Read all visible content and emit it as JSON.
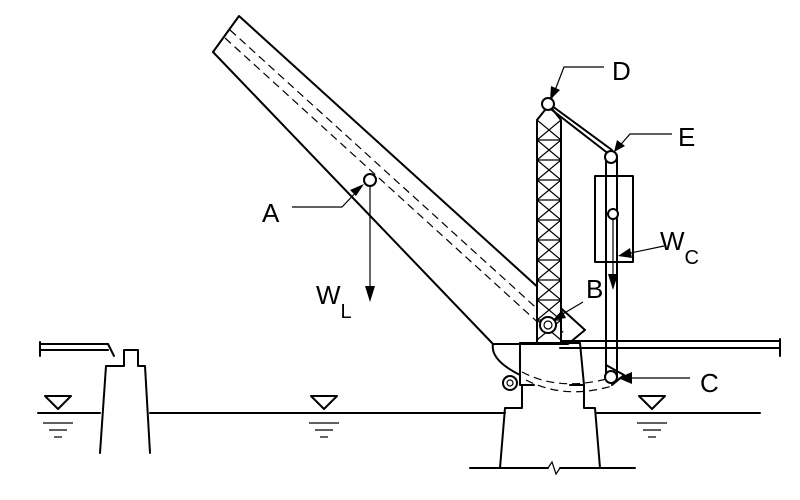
{
  "labels": {
    "A": "A",
    "B": "B",
    "C": "C",
    "D": "D",
    "E": "E",
    "WL_main": "W",
    "WL_sub": "L",
    "WC_main": "W",
    "WC_sub": "C"
  }
}
